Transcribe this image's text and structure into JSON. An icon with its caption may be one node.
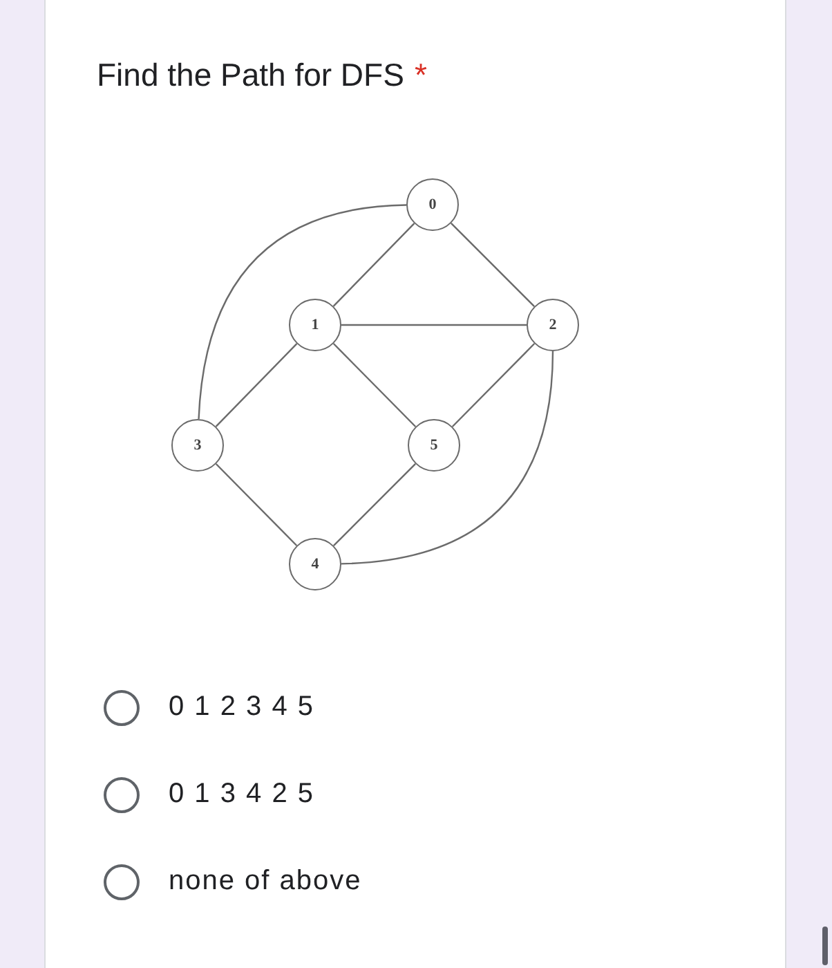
{
  "diagram": {
    "title": "Find the Path for DFS",
    "nodes": [
      {
        "text": [
          "0"
        ]
      },
      {
        "text": [
          "1"
        ]
      },
      {
        "text": [
          "2"
        ]
      },
      {
        "text": [
          "3"
        ]
      },
      {
        "text": [
          "4"
        ]
      },
      {
        "text": [
          "5"
        ]
      }
    ],
    "edges": [
      {
        "from": 0,
        "to": 1,
        "arrow": "none"
      },
      {
        "from": 0,
        "to": 2,
        "arrow": "none"
      },
      {
        "from": 0,
        "to": 3,
        "arrow": "none"
      },
      {
        "from": 1,
        "to": 2,
        "arrow": "none"
      },
      {
        "from": 1,
        "to": 3,
        "arrow": "none"
      },
      {
        "from": 1,
        "to": 5,
        "arrow": "none"
      },
      {
        "from": 2,
        "to": 5,
        "arrow": "none"
      },
      {
        "from": 2,
        "to": 4,
        "arrow": "none"
      },
      {
        "from": 3,
        "to": 4,
        "arrow": "none"
      },
      {
        "from": 4,
        "to": 5,
        "arrow": "none"
      }
    ],
    "labels": [
      "*",
      "0 1 2 3 4 5",
      "0 1 3 4 2 5",
      "none of above"
    ]
  }
}
